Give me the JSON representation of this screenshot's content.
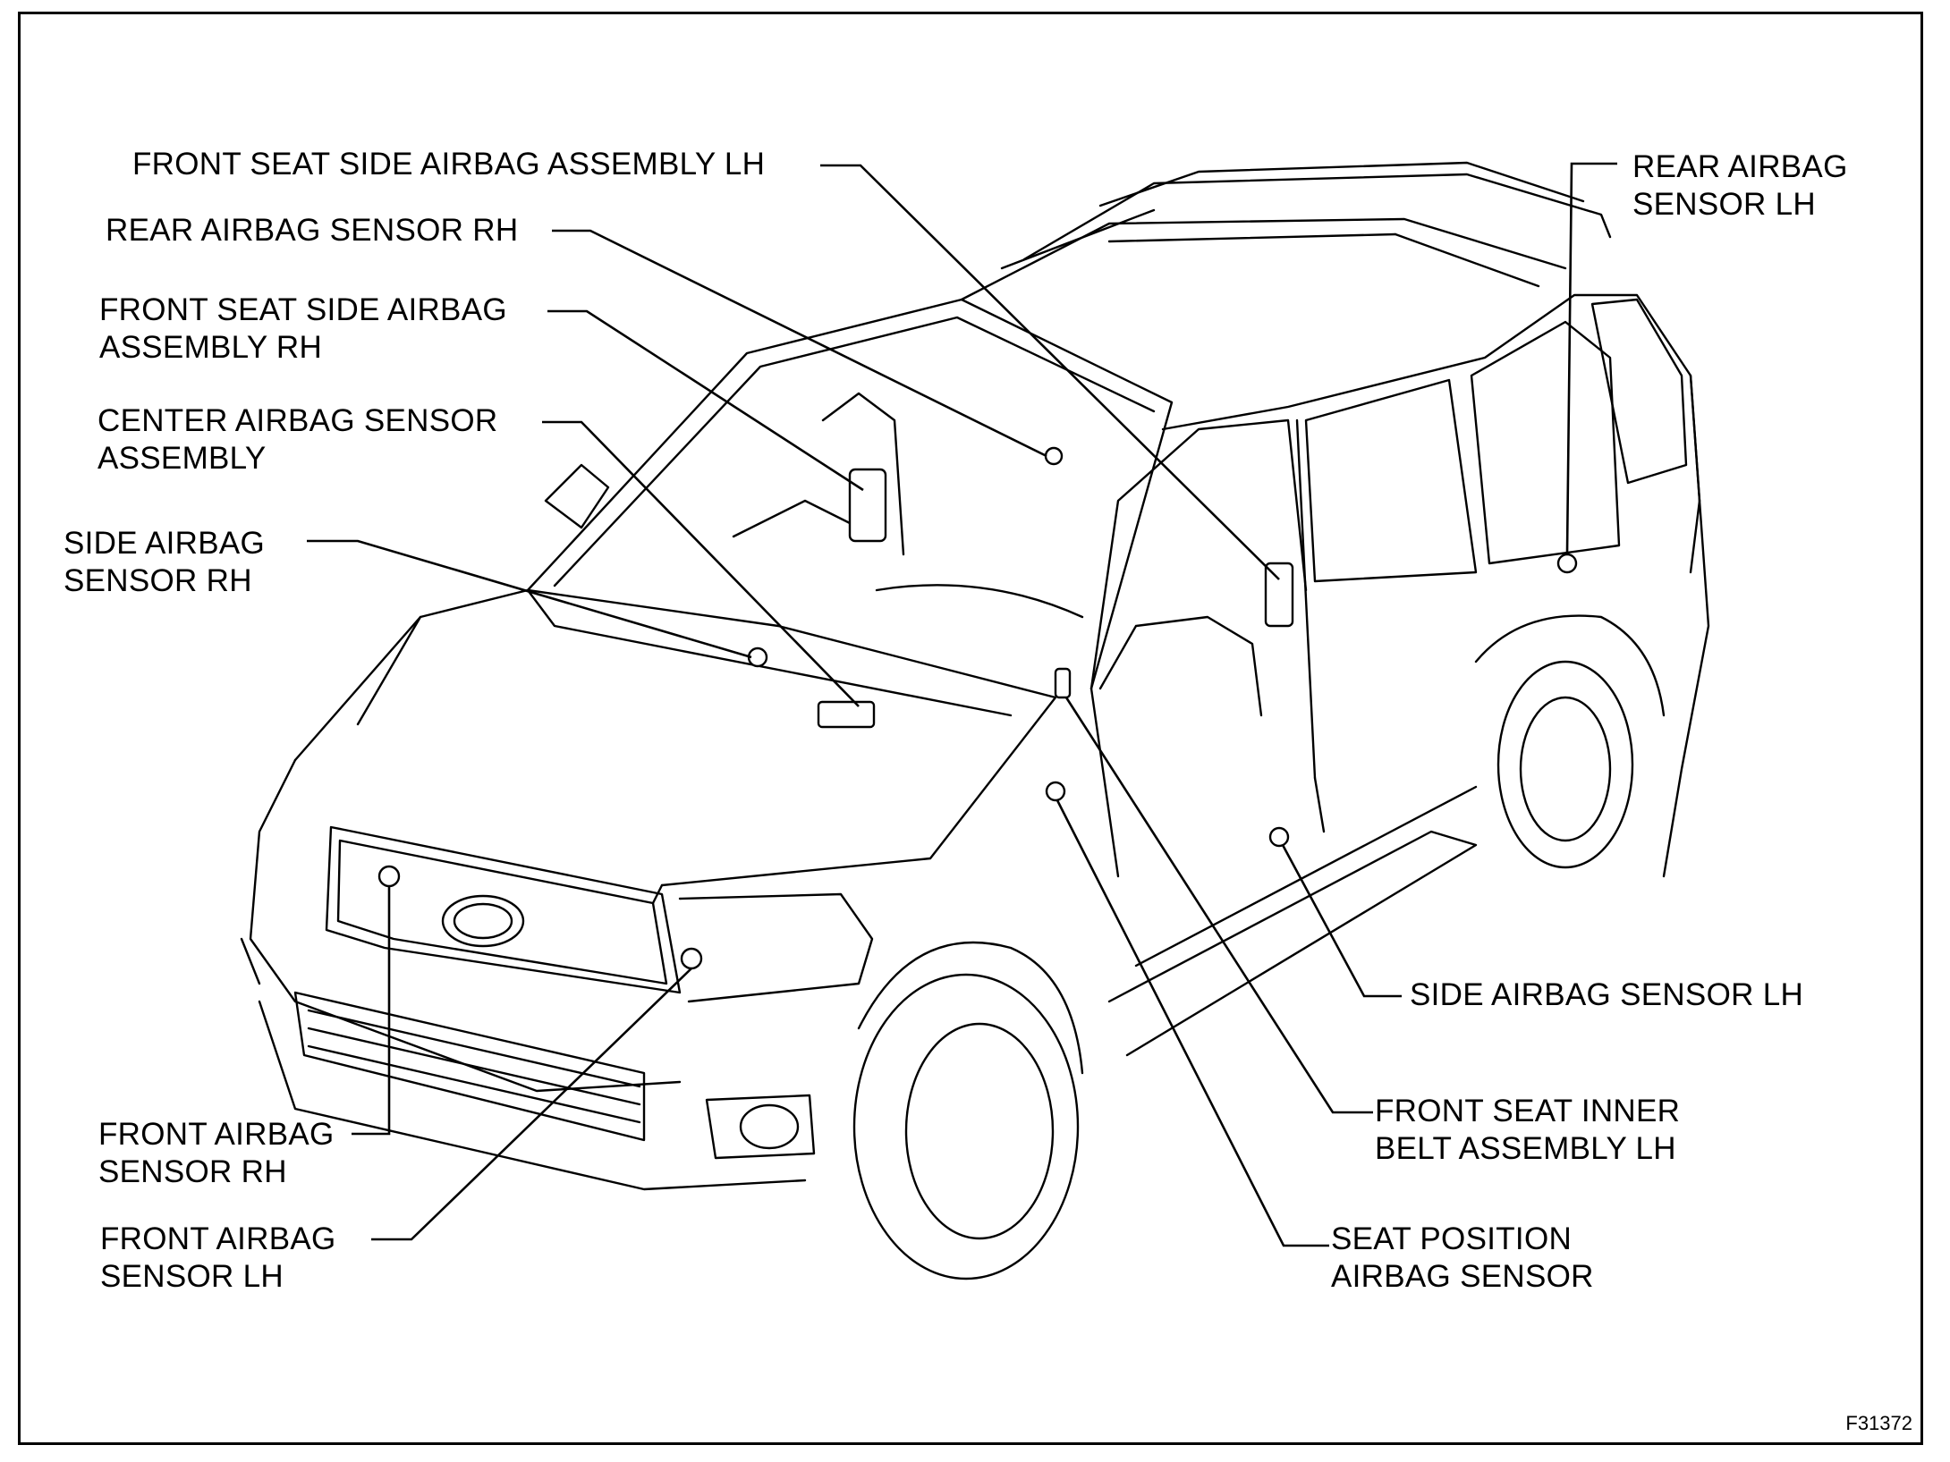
{
  "labels": {
    "front_seat_side_airbag_lh": "FRONT SEAT SIDE AIRBAG ASSEMBLY LH",
    "rear_airbag_sensor_rh": "REAR AIRBAG SENSOR RH",
    "front_seat_side_airbag_rh": [
      "FRONT SEAT SIDE AIRBAG",
      "ASSEMBLY RH"
    ],
    "center_airbag_sensor": [
      "CENTER AIRBAG SENSOR",
      "ASSEMBLY"
    ],
    "side_airbag_sensor_rh": [
      "SIDE AIRBAG",
      "SENSOR RH"
    ],
    "rear_airbag_sensor_lh": [
      "REAR AIRBAG",
      "SENSOR LH"
    ],
    "side_airbag_sensor_lh": "SIDE AIRBAG SENSOR LH",
    "front_seat_inner_belt_lh": [
      "FRONT SEAT INNER",
      "BELT ASSEMBLY LH"
    ],
    "seat_position_airbag_sensor": [
      "SEAT POSITION",
      "AIRBAG SENSOR"
    ],
    "front_airbag_sensor_rh": [
      "FRONT AIRBAG",
      "SENSOR RH"
    ],
    "front_airbag_sensor_lh": [
      "FRONT AIRBAG",
      "SENSOR LH"
    ]
  },
  "figure_id": "F31372",
  "colors": {
    "ink": "#000000",
    "paper": "#ffffff"
  }
}
